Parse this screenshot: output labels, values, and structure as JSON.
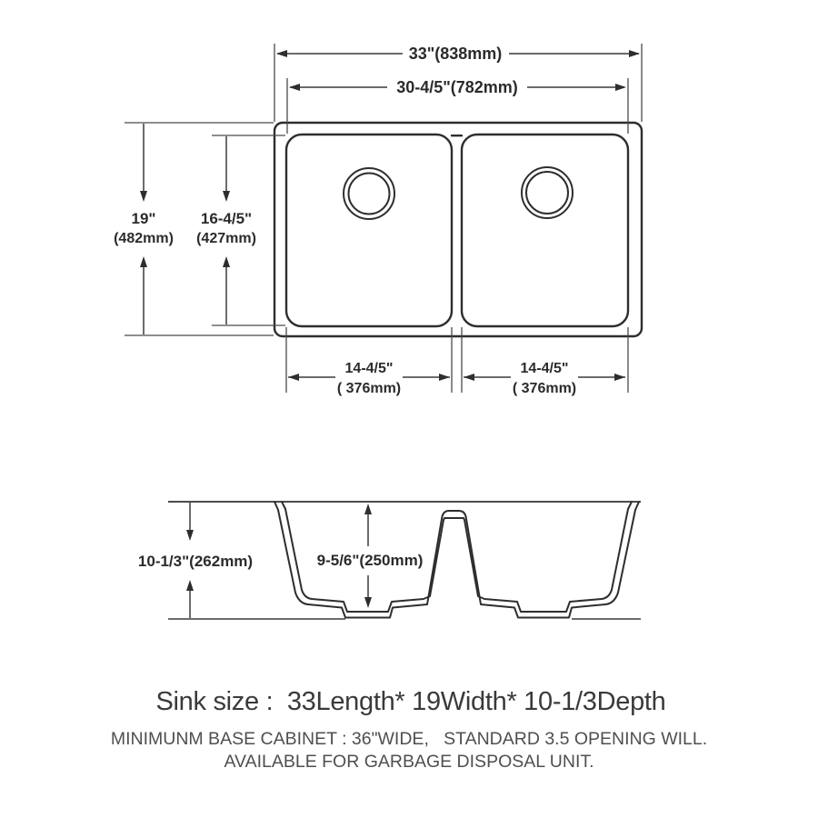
{
  "colors": {
    "background": "#ffffff",
    "line": "#2e2e2e",
    "dimension_line": "#4a4a4a",
    "text": "#2b2b2b"
  },
  "top_view": {
    "overall_width": "33\"(838mm)",
    "inner_width": "30-4/5\"(782mm)",
    "overall_depth": [
      "19\"",
      "(482mm)"
    ],
    "inner_depth": [
      "16-4/5\"",
      "(427mm)"
    ],
    "left_bowl_width": [
      "14-4/5\"",
      "( 376mm)"
    ],
    "right_bowl_width": [
      "14-4/5\"",
      "( 376mm)"
    ]
  },
  "side_view": {
    "overall_height": "10-1/3\"(262mm)",
    "bowl_depth": "9-5/6\"(250mm)"
  },
  "footer": {
    "sink_size": "Sink size :  33Length* 19Width* 10-1/3Depth",
    "note_line1": "MINIMUNM BASE CABINET : 36\"WIDE,   STANDARD 3.5 OPENING WILL.",
    "note_line2": "AVAILABLE FOR GARBAGE DISPOSAL UNIT."
  }
}
